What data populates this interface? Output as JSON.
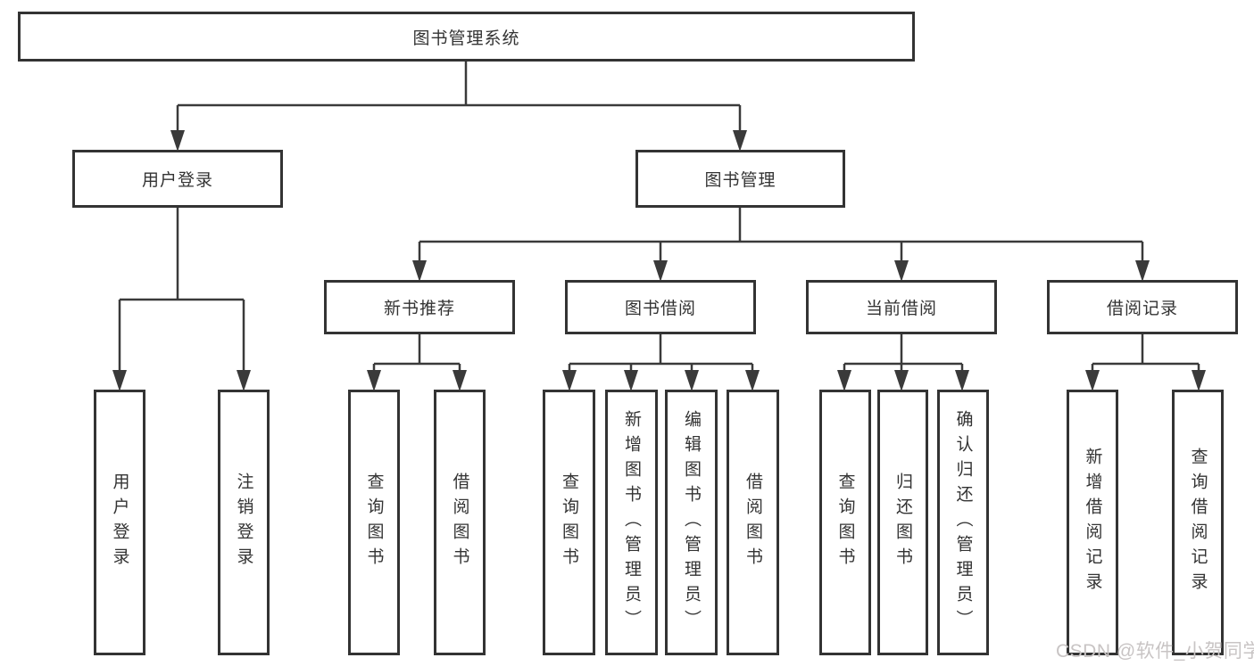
{
  "tree": {
    "root": "图书管理系统",
    "branches": {
      "user": {
        "label": "用户登录",
        "children": [
          "用户登录",
          "注销登录"
        ]
      },
      "books": {
        "label": "图书管理",
        "sections": [
          {
            "label": "新书推荐",
            "children": [
              "查询图书",
              "借阅图书"
            ]
          },
          {
            "label": "图书借阅",
            "children": [
              "查询图书",
              "新增图书（管理员）",
              "编辑图书（管理员）",
              "借阅图书"
            ]
          },
          {
            "label": "当前借阅",
            "children": [
              "查询图书",
              "归还图书",
              "确认归还（管理员）"
            ]
          },
          {
            "label": "借阅记录",
            "children": [
              "新增借阅记录",
              "查询借阅记录"
            ]
          }
        ]
      }
    }
  },
  "watermark": "CSDN @软件_小贺同学",
  "colors": {
    "line": "#3a3a3a",
    "border": "#333333",
    "text": "#333333",
    "watermark": "#c8c4c4",
    "background": "#ffffff"
  }
}
